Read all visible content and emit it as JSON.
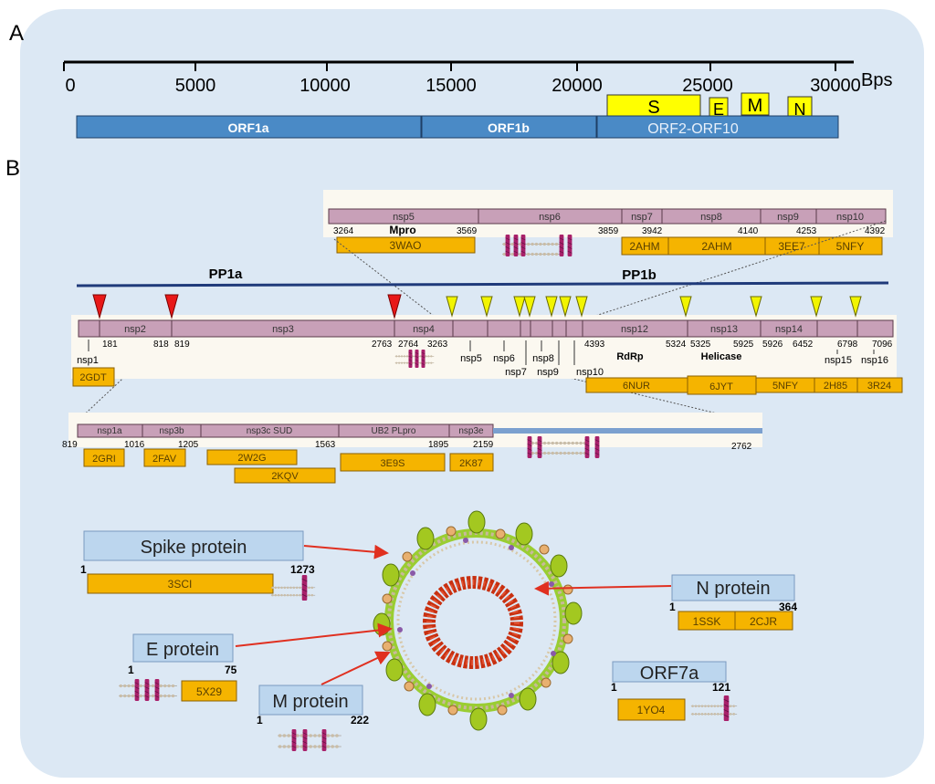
{
  "panels": {
    "a": "A",
    "b": "B"
  },
  "genome": {
    "ticks": [
      "0",
      "5000",
      "10000",
      "15000",
      "20000",
      "25000",
      "30000"
    ],
    "unit": "Bps",
    "orfs": [
      "ORF1a",
      "ORF1b",
      "ORF2-ORF10"
    ],
    "structural": [
      "S",
      "E",
      "M",
      "N"
    ]
  },
  "polyprotein": {
    "pp1a": "PP1a",
    "pp1b": "PP1b",
    "segments": [
      "nsp2",
      "nsp3",
      "nsp4",
      "nsp12",
      "nsp13",
      "nsp14"
    ],
    "positions": [
      "181",
      "818",
      "819",
      "2763",
      "2764",
      "3263",
      "4393",
      "5324",
      "5325",
      "5925",
      "5926",
      "6452",
      "6798",
      "7096"
    ],
    "labels": [
      "nsp1",
      "nsp5",
      "nsp6",
      "nsp7",
      "nsp8",
      "nsp9",
      "nsp10",
      "nsp15",
      "nsp16"
    ],
    "functions": [
      "RdRp",
      "Helicase"
    ],
    "pdb": [
      "2GDT",
      "6NUR",
      "6JYT",
      "5NFY",
      "2H85",
      "3R24"
    ]
  },
  "zoom_top": {
    "segments": [
      "nsp5",
      "nsp6",
      "nsp7",
      "nsp8",
      "nsp9",
      "nsp10"
    ],
    "positions": [
      "3264",
      "3569",
      "3859",
      "3942",
      "4140",
      "4253",
      "4392"
    ],
    "function": "Mpro",
    "pdb": [
      "3WAO",
      "2AHM",
      "2AHM",
      "3EE7",
      "5NFY"
    ]
  },
  "zoom_nsp3": {
    "segments": [
      "nsp1a",
      "nsp3b",
      "nsp3c SUD",
      "UB2 PLpro",
      "nsp3e"
    ],
    "positions": [
      "819",
      "1016",
      "1205",
      "1563",
      "1895",
      "2159",
      "2762"
    ],
    "pdb": [
      "2GRI",
      "2FAV",
      "2W2G",
      "2KQV",
      "3E9S",
      "2K87"
    ]
  },
  "proteins": {
    "spike": {
      "name": "Spike protein",
      "start": "1",
      "end": "1273",
      "pdb": [
        "3SCI"
      ]
    },
    "n": {
      "name": "N protein",
      "start": "1",
      "end": "364",
      "pdb": [
        "1SSK",
        "2CJR"
      ]
    },
    "e": {
      "name": "E protein",
      "start": "1",
      "end": "75",
      "pdb": [
        "5X29"
      ]
    },
    "m": {
      "name": "M protein",
      "start": "1",
      "end": "222",
      "pdb": []
    },
    "orf7a": {
      "name": "ORF7a",
      "start": "1",
      "end": "121",
      "pdb": [
        "1YO4"
      ]
    }
  },
  "colors": {
    "background": "#dce8f4",
    "orf_blue": "#4a8ac6",
    "segment_pink": "#c8a0b8",
    "pdb_orange": "#f5b400",
    "structural_yellow": "#ffff00",
    "arrow_red": "#e03020",
    "pp_line": "#1f3a7a",
    "label_box": "#bcd6ee"
  }
}
